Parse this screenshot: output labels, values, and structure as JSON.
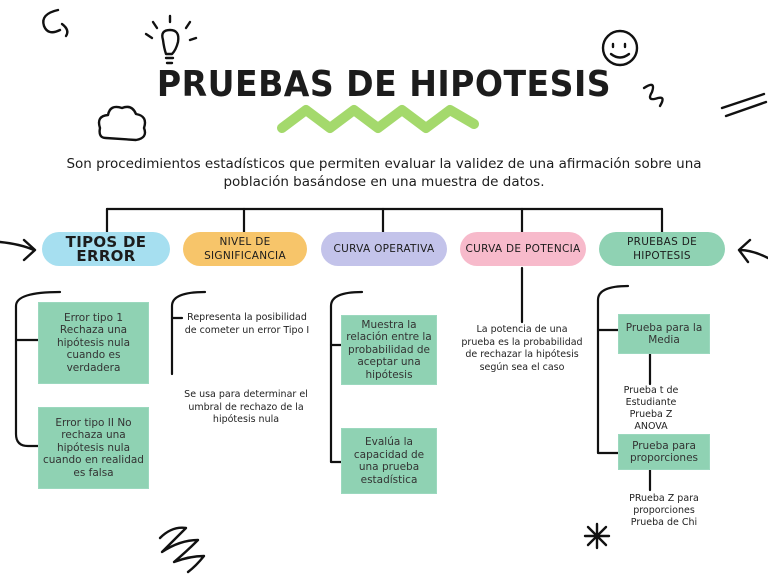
{
  "title": "PRUEBAS DE HIPOTESIS",
  "subtitle": "Son procedimientos estadísticos que permiten evaluar la validez de una afirmación sobre una población basándose en una muestra de datos.",
  "colors": {
    "pill_blue": "#a6dff0",
    "pill_orange": "#f7c56a",
    "pill_lavender": "#c3c3ea",
    "pill_pink": "#f7bacb",
    "pill_green": "#8fd2b3",
    "box_green": "#8fd2b3",
    "highlight_green": "#a4d96c"
  },
  "branches": [
    {
      "label": "TIPOS DE ERROR"
    },
    {
      "label": "NIVEL DE SIGNIFICANCIA"
    },
    {
      "label": "CURVA OPERATIVA"
    },
    {
      "label": "CURVA DE POTENCIA"
    },
    {
      "label": "PRUEBAS DE HIPOTESIS"
    }
  ],
  "error_boxes": [
    "Error tipo 1 Rechaza una hipótesis nula cuando es verdadera",
    "Error tipo II No rechaza una hipótesis nula cuando en realidad es falsa"
  ],
  "significance_notes": [
    "Representa la posibilidad de cometer un error Tipo I",
    "Se usa para determinar el umbral de rechazo de la hipótesis nula"
  ],
  "operative_boxes": [
    "Muestra la relación entre la probabilidad de aceptar una hipótesis",
    "Evalúa la capacidad de una prueba estadística"
  ],
  "power_note": "La potencia de una prueba es la probabilidad de rechazar la hipótesis según sea el caso",
  "tests": {
    "media_box": "Prueba para la Media",
    "media_items": [
      "Prueba t de Estudiante",
      "Prueba Z",
      "ANOVA"
    ],
    "proporciones_box": "Prueba para proporciones",
    "proporciones_items": [
      "PRueba Z para proporciones",
      "Prueba de Chi"
    ]
  },
  "decorations": [
    "lightbulb-doodle",
    "smiley-doodle",
    "cloud-doodle",
    "spiral-doodle",
    "asterisk-doodle",
    "arrow-doodle"
  ]
}
